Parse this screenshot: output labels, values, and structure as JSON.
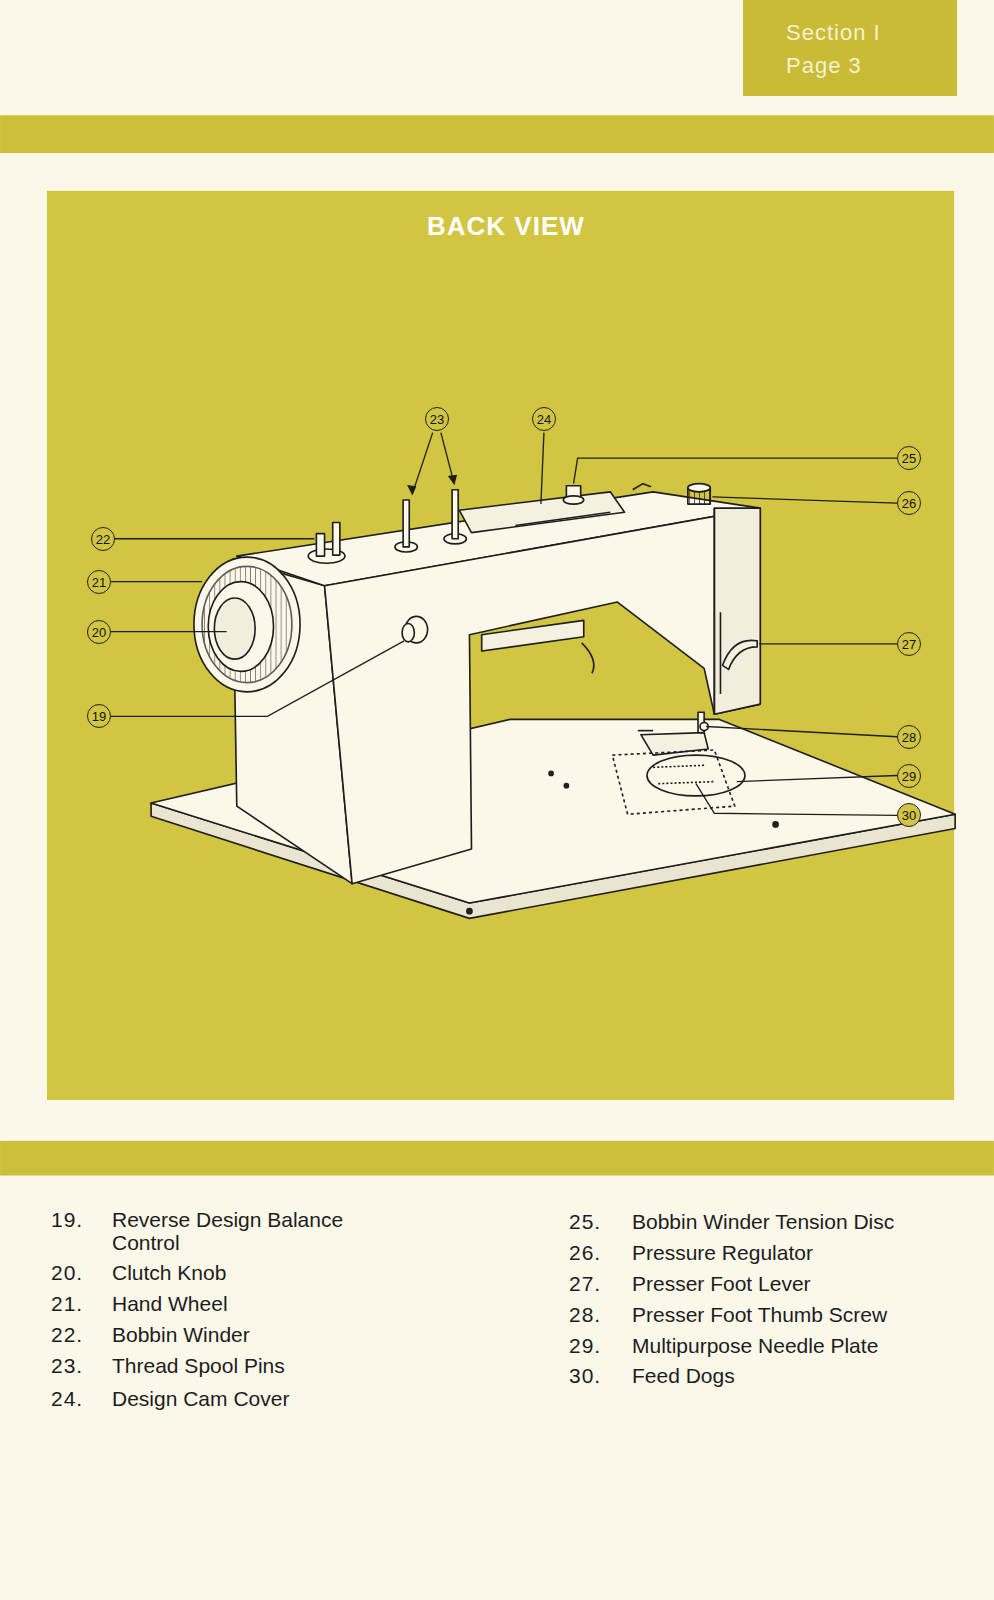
{
  "diagram": {
    "title": "BACK VIEW",
    "nodes": [
      {
        "text": [
          "Section I",
          "Page 3"
        ]
      },
      {
        "text": [
          "23"
        ]
      },
      {
        "text": [
          "24"
        ]
      },
      {
        "text": [
          "25"
        ]
      },
      {
        "text": [
          "26"
        ]
      },
      {
        "text": [
          "22"
        ]
      },
      {
        "text": [
          "21"
        ]
      },
      {
        "text": [
          "20"
        ]
      },
      {
        "text": [
          "27"
        ]
      },
      {
        "text": [
          "19"
        ]
      },
      {
        "text": [
          "28"
        ]
      },
      {
        "text": [
          "29"
        ]
      },
      {
        "text": [
          "30"
        ]
      }
    ],
    "labels": [
      "19.",
      "Reverse Design Balance Control",
      "20.",
      "Clutch Knob",
      "21.",
      "Hand Wheel",
      "22.",
      "Bobbin Winder",
      "23.",
      "Thread Spool Pins",
      "24.",
      "Design Cam Cover",
      "25.",
      "Bobbin Winder Tension Disc",
      "26.",
      "Pressure Regulator",
      "27.",
      "Presser Foot Lever",
      "28.",
      "Presser Foot Thumb Screw",
      "29.",
      "Multipurpose Needle Plate",
      "30.",
      "Feed Dogs"
    ]
  }
}
